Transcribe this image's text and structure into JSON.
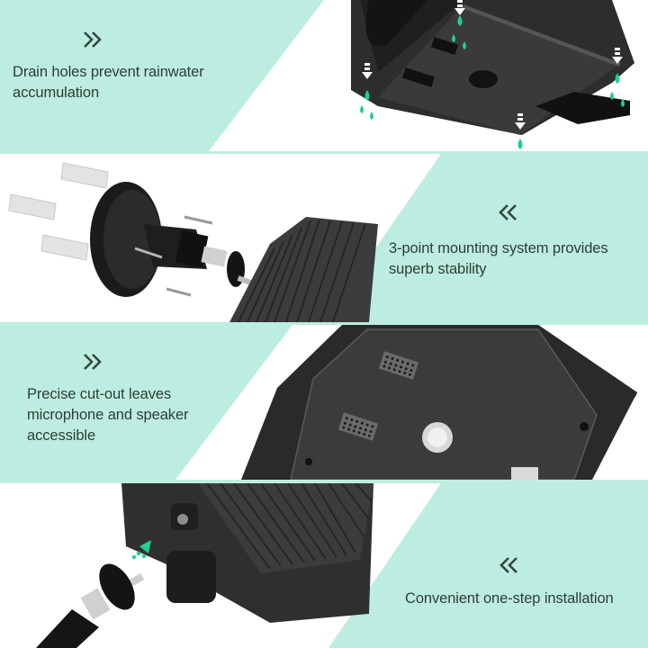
{
  "theme": {
    "mint": "#bcede0",
    "text": "#2f3d37",
    "chevron": "#36473f",
    "device": "#3a3a3c",
    "drop": "#1fcf93"
  },
  "panels": [
    {
      "id": "drain",
      "chevron": "double-right",
      "text_lines": [
        "Drain holes prevent rainwater",
        "accumulation"
      ],
      "image": "mount-bottom-with-drain-holes"
    },
    {
      "id": "mounting",
      "chevron": "double-left",
      "text_lines": [
        "3-point mounting system provides",
        "superb stability"
      ],
      "image": "wall-mount-bracket-exploded-view"
    },
    {
      "id": "cutout",
      "chevron": "double-right",
      "text_lines": [
        "Precise cut-out leaves",
        "microphone and speaker",
        "accessible"
      ],
      "image": "camera-back-with-speaker-mic-grilles"
    },
    {
      "id": "installation",
      "chevron": "double-left",
      "text_lines": [
        "Convenient one-step installation"
      ],
      "image": "mount-screw-into-housing"
    }
  ]
}
